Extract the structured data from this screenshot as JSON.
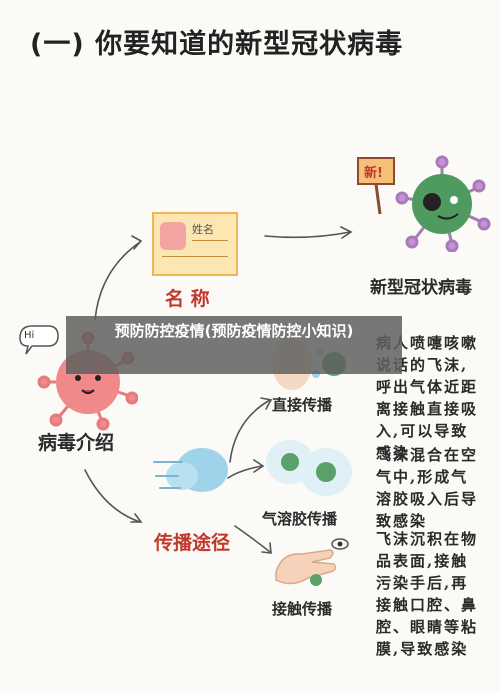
{
  "title": "(一) 你要知道的新型冠状病毒",
  "name_card": {
    "label": "名 称",
    "card_text": "姓名"
  },
  "virus": {
    "bubble_text": "新!",
    "label": "新型冠状病毒"
  },
  "intro": {
    "greeting": "Hi",
    "label": "病毒介绍"
  },
  "transmission": {
    "label": "传播途径"
  },
  "direct": {
    "label": "直接传播",
    "desc": "病人喷嚏咳嗽说话的飞沫,呼出气体近距离接触直接吸入,可以导致感染"
  },
  "aerosol": {
    "label": "气溶胶传播",
    "desc": "飞沫混合在空气中,形成气溶胶吸入后导致感染"
  },
  "contact": {
    "label": "接触传播",
    "desc": "飞沫沉积在物品表面,接触污染手后,再接触口腔、鼻腔、眼睛等粘膜,导致感染"
  },
  "banner": {
    "text": "预防防控疫情(预防疫情防控小知识)"
  },
  "colors": {
    "virus_red": "#f08a8a",
    "virus_green": "#4f9a5f",
    "card": "#fce7b3",
    "accent_red": "#c0392b",
    "cloud_blue": "#9fd3ea"
  }
}
